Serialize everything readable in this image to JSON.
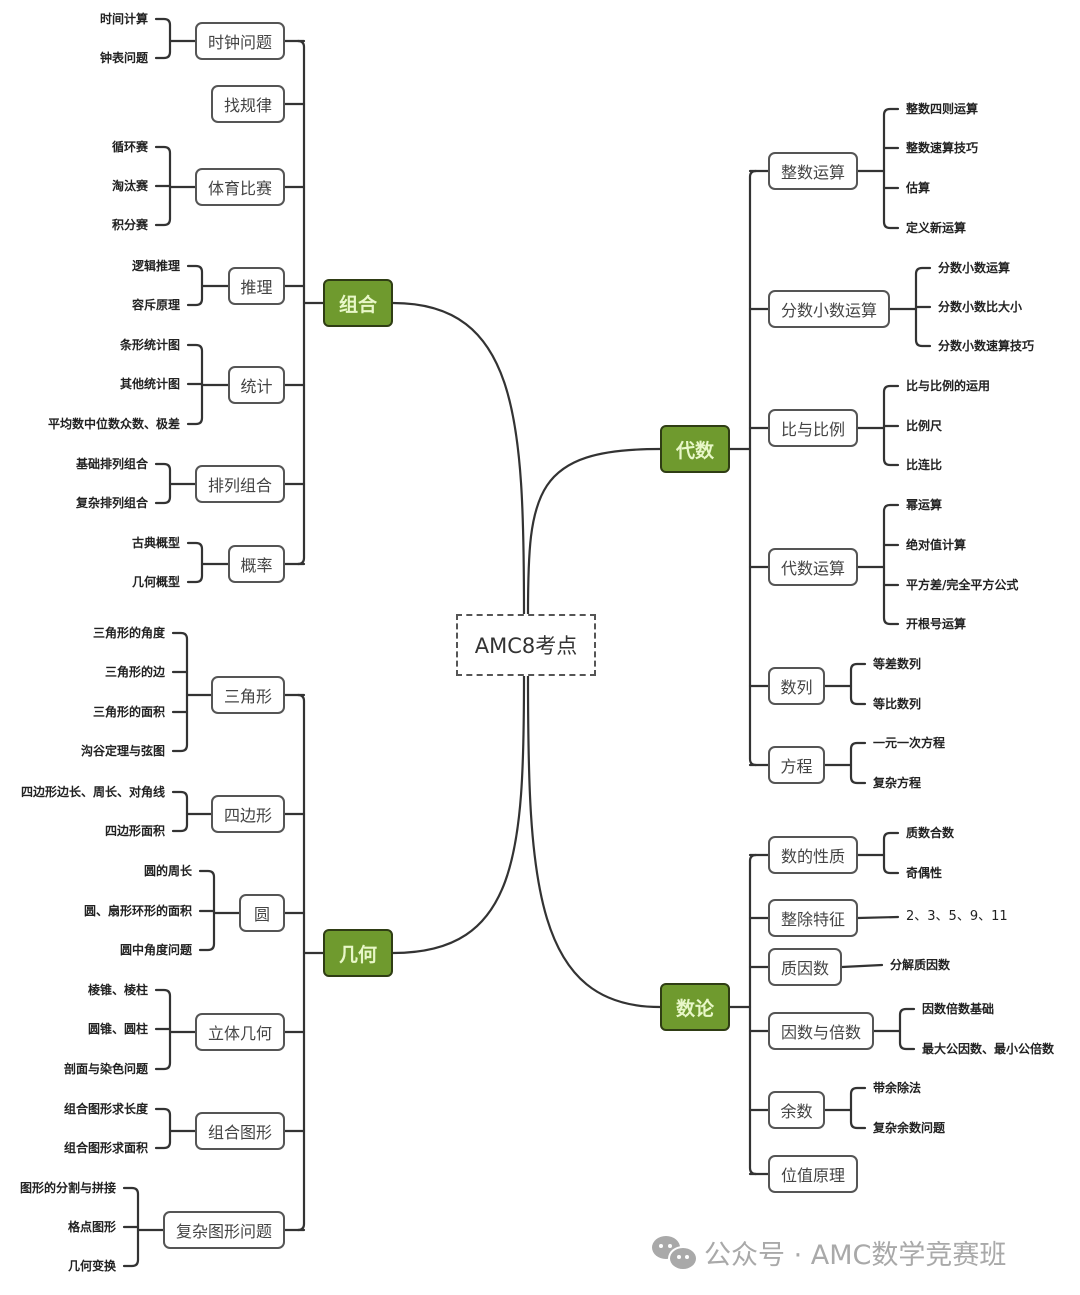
{
  "root": {
    "label": "AMC8考点"
  },
  "branches": {
    "zuhe": {
      "label": "组合",
      "subs": [
        {
          "label": "时钟问题",
          "leaves": [
            "时间计算",
            "钟表问题"
          ]
        },
        {
          "label": "找规律",
          "leaves": []
        },
        {
          "label": "体育比赛",
          "leaves": [
            "循环赛",
            "淘汰赛",
            "积分赛"
          ]
        },
        {
          "label": "推理",
          "leaves": [
            "逻辑推理",
            "容斥原理"
          ]
        },
        {
          "label": "统计",
          "leaves": [
            "条形统计图",
            "其他统计图",
            "平均数中位数众数、极差"
          ]
        },
        {
          "label": "排列组合",
          "leaves": [
            "基础排列组合",
            "复杂排列组合"
          ]
        },
        {
          "label": "概率",
          "leaves": [
            "古典概型",
            "几何概型"
          ]
        }
      ]
    },
    "jihe": {
      "label": "几何",
      "subs": [
        {
          "label": "三角形",
          "leaves": [
            "三角形的角度",
            "三角形的边",
            "三角形的面积",
            "沟谷定理与弦图"
          ]
        },
        {
          "label": "四边形",
          "leaves": [
            "四边形边长、周长、对角线",
            "四边形面积"
          ]
        },
        {
          "label": "圆",
          "leaves": [
            "圆的周长",
            "圆、扇形环形的面积",
            "圆中角度问题"
          ]
        },
        {
          "label": "立体几何",
          "leaves": [
            "棱锥、棱柱",
            "圆锥、圆柱",
            "剖面与染色问题"
          ]
        },
        {
          "label": "组合图形",
          "leaves": [
            "组合图形求长度",
            "组合图形求面积"
          ]
        },
        {
          "label": "复杂图形问题",
          "leaves": [
            "图形的分割与拼接",
            "格点图形",
            "几何变换"
          ]
        }
      ]
    },
    "daishu": {
      "label": "代数",
      "subs": [
        {
          "label": "整数运算",
          "leaves": [
            "整数四则运算",
            "整数速算技巧",
            "估算",
            "定义新运算"
          ]
        },
        {
          "label": "分数小数运算",
          "leaves": [
            "分数小数运算",
            "分数小数比大小",
            "分数小数速算技巧"
          ]
        },
        {
          "label": "比与比例",
          "leaves": [
            "比与比例的运用",
            "比例尺",
            "比连比"
          ]
        },
        {
          "label": "代数运算",
          "leaves": [
            "幂运算",
            "绝对值计算",
            "平方差/完全平方公式",
            "开根号运算"
          ]
        },
        {
          "label": "数列",
          "leaves": [
            "等差数列",
            "等比数列"
          ]
        },
        {
          "label": "方程",
          "leaves": [
            "一元一次方程",
            "复杂方程"
          ]
        }
      ]
    },
    "shulun": {
      "label": "数论",
      "subs": [
        {
          "label": "数的性质",
          "leaves": [
            "质数合数",
            "奇偶性"
          ]
        },
        {
          "label": "整除特征",
          "leaves": [
            "2、3、5、9、11"
          ]
        },
        {
          "label": "质因数",
          "leaves": [
            "分解质因数"
          ]
        },
        {
          "label": "因数与倍数",
          "leaves": [
            "因数倍数基础",
            "最大公因数、最小公倍数"
          ]
        },
        {
          "label": "余数",
          "leaves": [
            "带余除法",
            "复杂余数问题"
          ]
        },
        {
          "label": "位值原理",
          "leaves": []
        }
      ]
    }
  },
  "watermark": {
    "icon": "wechat-icon",
    "text": "公众号 · AMC数学竞赛班"
  },
  "colors": {
    "main_fill": "#6f9a2e",
    "main_border": "#2f3d14",
    "main_text": "#e8f7c8",
    "line": "#333333"
  }
}
